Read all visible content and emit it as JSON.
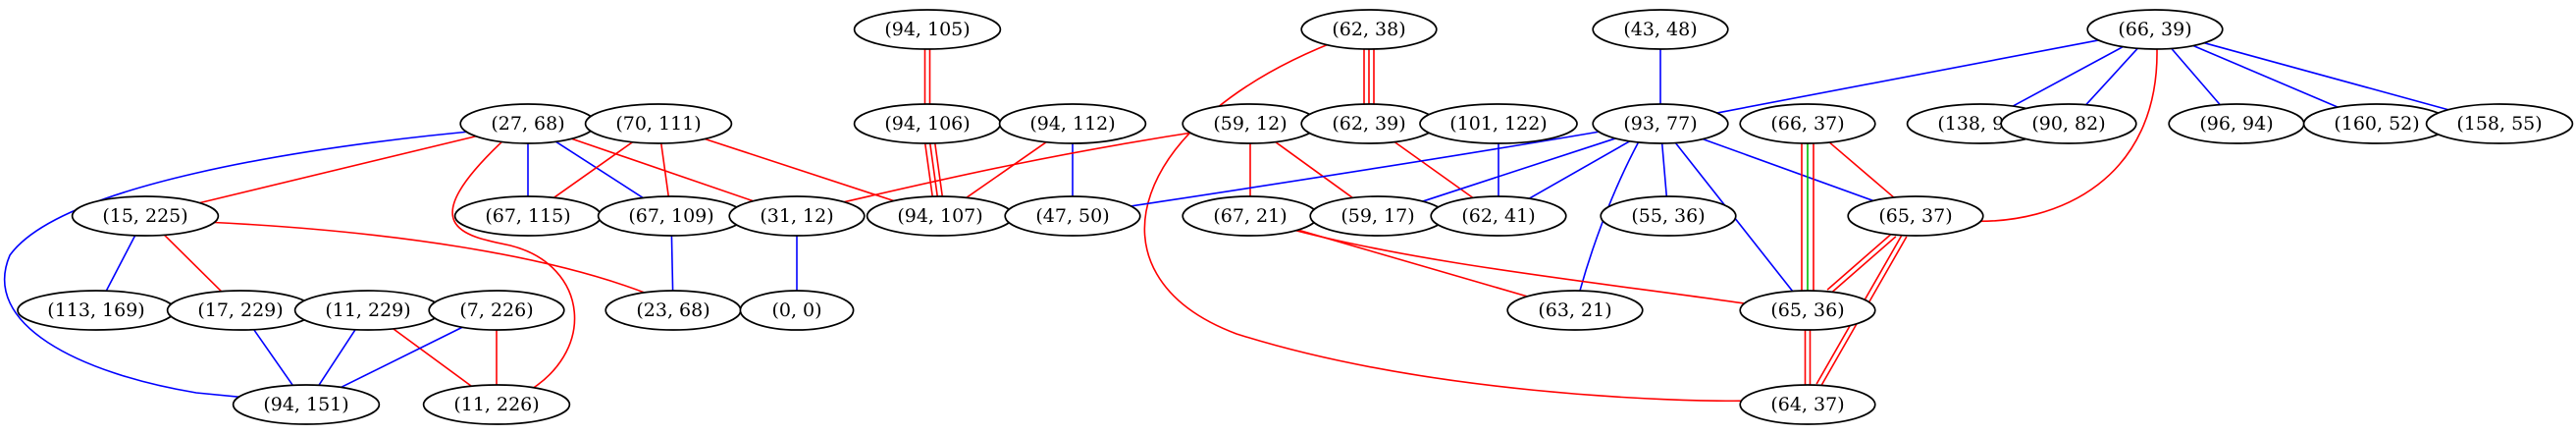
{
  "colors": {
    "red": "#ff0000",
    "blue": "#0000ff",
    "green": "#00c000"
  },
  "nodes": [
    {
      "id": "n0",
      "label": "(94, 105)"
    },
    {
      "id": "n1",
      "label": "(62, 38)"
    },
    {
      "id": "n2",
      "label": "(43, 48)"
    },
    {
      "id": "n3",
      "label": "(66, 39)"
    },
    {
      "id": "n4",
      "label": "(27, 68)"
    },
    {
      "id": "n5",
      "label": "(70, 111)"
    },
    {
      "id": "n6",
      "label": "(94, 106)"
    },
    {
      "id": "n7",
      "label": "(94, 112)"
    },
    {
      "id": "n8",
      "label": "(59, 12)"
    },
    {
      "id": "n9",
      "label": "(62, 39)"
    },
    {
      "id": "n10",
      "label": "(101, 122)"
    },
    {
      "id": "n11",
      "label": "(93, 77)"
    },
    {
      "id": "n12",
      "label": "(66, 37)"
    },
    {
      "id": "n13",
      "label": "(138, 93)"
    },
    {
      "id": "n14",
      "label": "(90, 82)"
    },
    {
      "id": "n15",
      "label": "(96, 94)"
    },
    {
      "id": "n16",
      "label": "(160, 52)"
    },
    {
      "id": "n17",
      "label": "(158, 55)"
    },
    {
      "id": "n18",
      "label": "(15, 225)"
    },
    {
      "id": "n19",
      "label": "(67, 115)"
    },
    {
      "id": "n20",
      "label": "(67, 109)"
    },
    {
      "id": "n21",
      "label": "(31, 12)"
    },
    {
      "id": "n22",
      "label": "(94, 107)"
    },
    {
      "id": "n23",
      "label": "(47, 50)"
    },
    {
      "id": "n24",
      "label": "(67, 21)"
    },
    {
      "id": "n25",
      "label": "(59, 17)"
    },
    {
      "id": "n26",
      "label": "(62, 41)"
    },
    {
      "id": "n27",
      "label": "(55, 36)"
    },
    {
      "id": "n28",
      "label": "(65, 37)"
    },
    {
      "id": "n29",
      "label": "(113, 169)"
    },
    {
      "id": "n30",
      "label": "(17, 229)"
    },
    {
      "id": "n31",
      "label": "(11, 229)"
    },
    {
      "id": "n32",
      "label": "(7, 226)"
    },
    {
      "id": "n33",
      "label": "(23, 68)"
    },
    {
      "id": "n34",
      "label": "(0, 0)"
    },
    {
      "id": "n35",
      "label": "(63, 21)"
    },
    {
      "id": "n36",
      "label": "(65, 36)"
    },
    {
      "id": "n37",
      "label": "(94, 151)"
    },
    {
      "id": "n38",
      "label": "(11, 226)"
    },
    {
      "id": "n39",
      "label": "(64, 37)"
    }
  ],
  "edges": [
    {
      "from": "n0",
      "to": "n6",
      "color": "red",
      "multiplicity": 2
    },
    {
      "from": "n6",
      "to": "n22",
      "color": "red",
      "multiplicity": 3
    },
    {
      "from": "n1",
      "to": "n9",
      "color": "red",
      "multiplicity": 3
    },
    {
      "from": "n1",
      "to": "n39",
      "color": "red"
    },
    {
      "from": "n2",
      "to": "n11",
      "color": "blue"
    },
    {
      "from": "n3",
      "to": "n11",
      "color": "blue"
    },
    {
      "from": "n3",
      "to": "n13",
      "color": "blue"
    },
    {
      "from": "n3",
      "to": "n14",
      "color": "blue"
    },
    {
      "from": "n3",
      "to": "n15",
      "color": "blue"
    },
    {
      "from": "n3",
      "to": "n16",
      "color": "blue"
    },
    {
      "from": "n3",
      "to": "n17",
      "color": "blue"
    },
    {
      "from": "n3",
      "to": "n28",
      "color": "red"
    },
    {
      "from": "n4",
      "to": "n18",
      "color": "red"
    },
    {
      "from": "n4",
      "to": "n19",
      "color": "blue"
    },
    {
      "from": "n4",
      "to": "n20",
      "color": "blue"
    },
    {
      "from": "n4",
      "to": "n21",
      "color": "red"
    },
    {
      "from": "n4",
      "to": "n37",
      "color": "blue"
    },
    {
      "from": "n4",
      "to": "n38",
      "color": "red"
    },
    {
      "from": "n5",
      "to": "n19",
      "color": "red"
    },
    {
      "from": "n5",
      "to": "n20",
      "color": "red"
    },
    {
      "from": "n5",
      "to": "n22",
      "color": "red"
    },
    {
      "from": "n7",
      "to": "n22",
      "color": "red"
    },
    {
      "from": "n7",
      "to": "n23",
      "color": "blue"
    },
    {
      "from": "n8",
      "to": "n21",
      "color": "red"
    },
    {
      "from": "n8",
      "to": "n24",
      "color": "red"
    },
    {
      "from": "n8",
      "to": "n25",
      "color": "red"
    },
    {
      "from": "n9",
      "to": "n26",
      "color": "red"
    },
    {
      "from": "n10",
      "to": "n26",
      "color": "blue"
    },
    {
      "from": "n11",
      "to": "n23",
      "color": "blue"
    },
    {
      "from": "n11",
      "to": "n25",
      "color": "blue"
    },
    {
      "from": "n11",
      "to": "n26",
      "color": "blue"
    },
    {
      "from": "n11",
      "to": "n27",
      "color": "blue"
    },
    {
      "from": "n11",
      "to": "n28",
      "color": "blue"
    },
    {
      "from": "n11",
      "to": "n35",
      "color": "blue"
    },
    {
      "from": "n11",
      "to": "n36",
      "color": "blue"
    },
    {
      "from": "n12",
      "to": "n36",
      "color": "red",
      "multiplicity": 2
    },
    {
      "from": "n12",
      "to": "n36",
      "color": "green"
    },
    {
      "from": "n12",
      "to": "n28",
      "color": "red"
    },
    {
      "from": "n18",
      "to": "n29",
      "color": "blue"
    },
    {
      "from": "n18",
      "to": "n30",
      "color": "red"
    },
    {
      "from": "n18",
      "to": "n33",
      "color": "red"
    },
    {
      "from": "n20",
      "to": "n33",
      "color": "blue"
    },
    {
      "from": "n21",
      "to": "n34",
      "color": "blue"
    },
    {
      "from": "n24",
      "to": "n35",
      "color": "red"
    },
    {
      "from": "n24",
      "to": "n36",
      "color": "red"
    },
    {
      "from": "n28",
      "to": "n36",
      "color": "red",
      "multiplicity": 2
    },
    {
      "from": "n28",
      "to": "n39",
      "color": "red",
      "multiplicity": 2
    },
    {
      "from": "n36",
      "to": "n39",
      "color": "red",
      "multiplicity": 2
    },
    {
      "from": "n30",
      "to": "n37",
      "color": "blue"
    },
    {
      "from": "n31",
      "to": "n37",
      "color": "blue"
    },
    {
      "from": "n31",
      "to": "n38",
      "color": "red"
    },
    {
      "from": "n32",
      "to": "n37",
      "color": "blue"
    },
    {
      "from": "n32",
      "to": "n38",
      "color": "red"
    }
  ]
}
